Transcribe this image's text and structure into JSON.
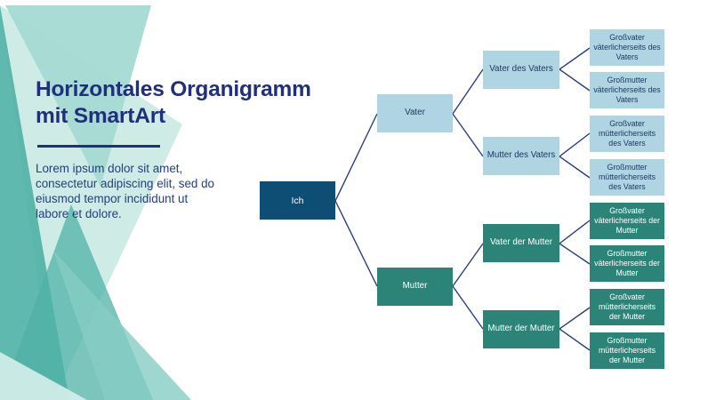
{
  "slide": {
    "title": "Horizontales Organigramm\nmit SmartArt",
    "body_text": "Lorem ipsum dolor sit amet,\nconsectetur adipiscing elit, sed do\neiusmod tempor incididunt ut\nlabore et dolore."
  },
  "colors": {
    "title_navy": "#1f2f7c",
    "body_navy": "#23407f",
    "connector_navy": "#2b3e7c",
    "node_dark_blue": "#0e4e75",
    "node_light_blue": "#aed5e1",
    "node_teal": "#2c8478",
    "accent_mint_light": "#a5dad2",
    "accent_teal_medium": "#52b1a6"
  },
  "org_chart": {
    "root": {
      "label": "Ich"
    },
    "parents": [
      {
        "label": "Vater"
      },
      {
        "label": "Mutter"
      }
    ],
    "grandparents": [
      {
        "label": "Vater des Vaters"
      },
      {
        "label": "Mutter des Vaters"
      },
      {
        "label": "Vater der Mutter"
      },
      {
        "label": "Mutter der Mutter"
      }
    ],
    "great_grandparents": [
      {
        "label": "Großvater väterlicherseits des Vaters"
      },
      {
        "label": "Großmutter väterlicherseits des Vaters"
      },
      {
        "label": "Großvater mütterlicherseits des Vaters"
      },
      {
        "label": "Großmutter mütterlicherseits des Vaters"
      },
      {
        "label": "Großvater väterlicherseits der Mutter"
      },
      {
        "label": "Großmutter väterlicherseits der Mutter"
      },
      {
        "label": "Großvater mütterlicherseits der Mutter"
      },
      {
        "label": "Großmutter mütterlicherseits der Mutter"
      }
    ]
  }
}
